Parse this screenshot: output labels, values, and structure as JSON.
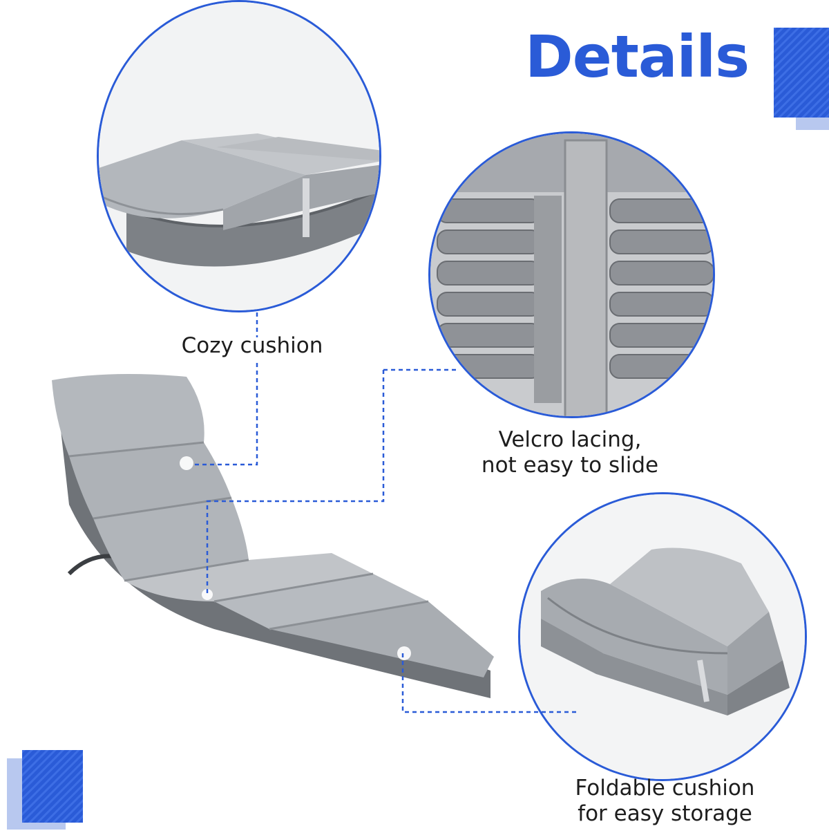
{
  "header": {
    "title": "Details"
  },
  "features": [
    {
      "caption": "Cozy cushion"
    },
    {
      "caption_line1": "Velcro lacing,",
      "caption_line2": "not easy to slide"
    },
    {
      "caption_line1": "Foldable cushion",
      "caption_line2": "for easy storage"
    }
  ],
  "colors": {
    "accent": "#2a5bd7",
    "cushion": "#a9adb3",
    "wicker": "#8c8f93",
    "text": "#1d1d1d"
  }
}
